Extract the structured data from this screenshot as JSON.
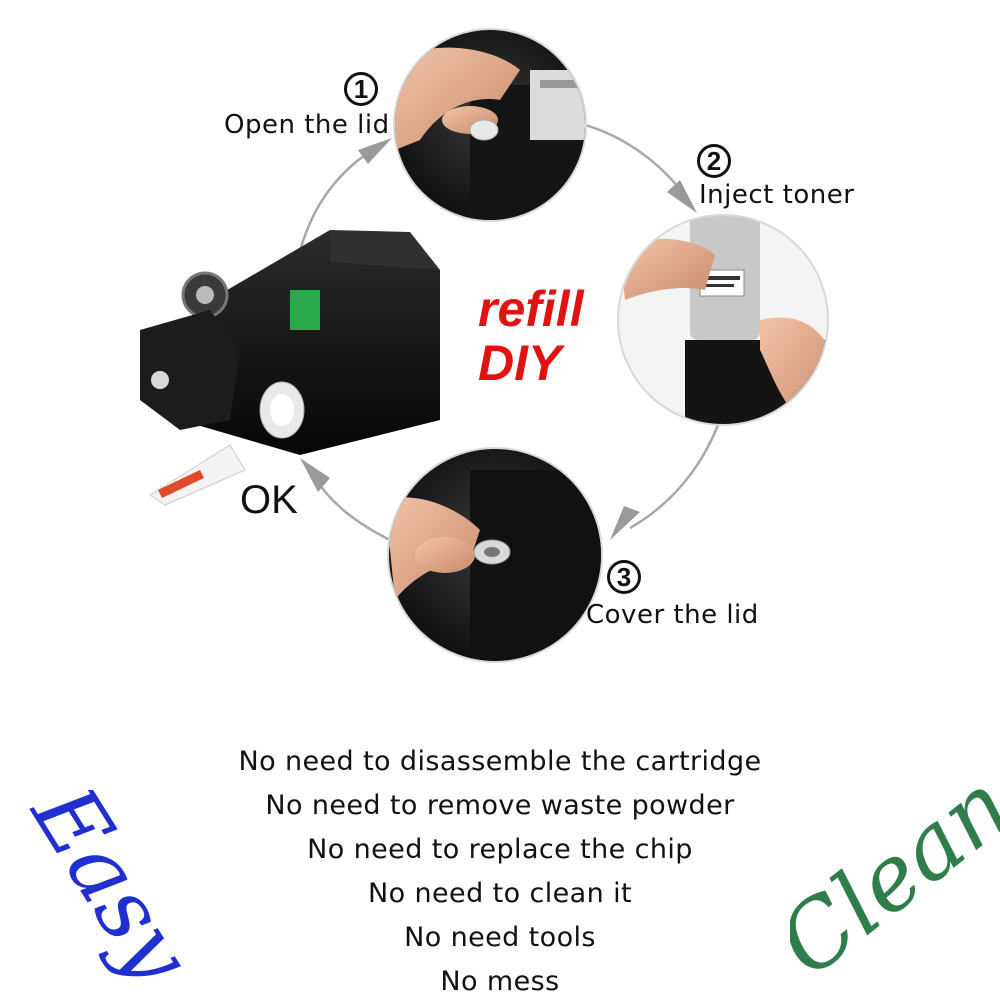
{
  "steps": [
    {
      "number": "1",
      "label": "Open the lid"
    },
    {
      "number": "2",
      "label": "Inject toner"
    },
    {
      "number": "3",
      "label": "Cover the lid"
    }
  ],
  "ok_label": "OK",
  "center_text": {
    "line1": "refill",
    "line2": "DIY"
  },
  "benefits": [
    "No need to disassemble the cartridge",
    "No need to remove waste powder",
    "No need to replace the chip",
    "No need to clean it",
    "No need tools",
    "No mess"
  ],
  "side_words": {
    "left": "Easy",
    "right": "Clean"
  },
  "colors": {
    "accent_red": "#e01212",
    "easy_blue": "#1f2fd0",
    "clean_green": "#2f7d4a",
    "arrow_gray": "#a0a0a0",
    "photo_dark": "#1a1a1a"
  },
  "icons": [
    "arrow-head-icon",
    "toner-cartridge-photo",
    "hand-photo",
    "toner-bottle-photo"
  ]
}
